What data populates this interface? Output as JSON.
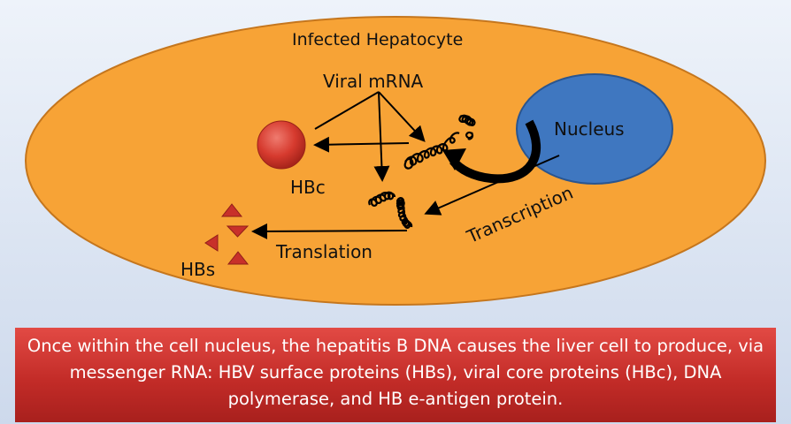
{
  "cell": {
    "title": "Infected Hepatocyte",
    "color": "#f7a336"
  },
  "nucleus": {
    "label": "Nucleus",
    "color": "#3f77c0"
  },
  "labels": {
    "viral_mrna": "Viral mRNA",
    "hbc": "HBc",
    "hbs": "HBs",
    "translation": "Translation",
    "transcription": "Transcription"
  },
  "colors": {
    "hbc": "#d63a2e",
    "hbs": "#c8302a",
    "caption_bg": "#c32c28"
  },
  "caption": "Once within the cell nucleus, the hepatitis B DNA causes the liver cell to produce, via messenger RNA: HBV surface proteins (HBs), viral core proteins (HBc), DNA polymerase, and HB e-antigen protein."
}
